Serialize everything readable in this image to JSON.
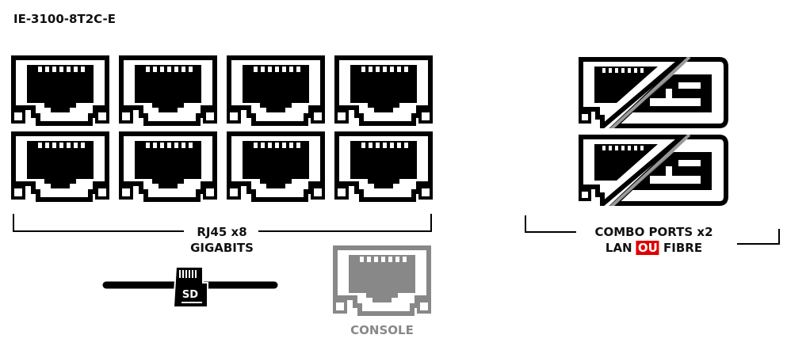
{
  "title": "IE-3100-8T2C-E",
  "rj45_group": {
    "line1": "RJ45 x8",
    "line2": "GIGABITS",
    "port_count": 8
  },
  "combo_group": {
    "line1": "COMBO PORTS x2",
    "line2_a": "LAN",
    "line2_highlight": "OU",
    "line2_b": "FIBRE",
    "port_count": 2
  },
  "sd_slot": {
    "label": "SD"
  },
  "console": {
    "label": "CONSOLE"
  },
  "colors": {
    "primary": "#000000",
    "console": "#888888",
    "highlight": "#e00000"
  }
}
